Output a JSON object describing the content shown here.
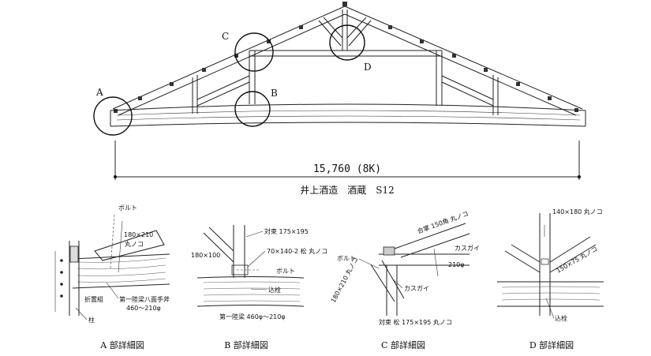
{
  "main_drawing": {
    "span_dimension": "15,760 (8K)",
    "title": "井上酒造　酒蔵　S12",
    "circle_labels": {
      "a": "A",
      "b": "B",
      "c": "C",
      "d": "D"
    }
  },
  "details": {
    "a": {
      "caption": "A 部詳細図",
      "labels": {
        "bolt": "ボルト",
        "size": "180×210",
        "maru": "丸ノコ",
        "orioki": "折置組",
        "beam": "第一陸梁八面手斧",
        "beam_dim": "460～210φ",
        "pillar": "柱"
      }
    },
    "b": {
      "caption": "B 部詳細図",
      "labels": {
        "strut": "対束 175×195",
        "left": "180×100",
        "pine": "70×140-2 松 丸ノコ",
        "bolt": "ボルト",
        "pin": "込栓",
        "beam": "第一陸梁 460φ～210φ"
      }
    },
    "c": {
      "caption": "C 部詳細図",
      "labels": {
        "main": "合掌 150角 丸ノコ",
        "kasugai1": "カスガイ",
        "dim": "210φ",
        "bolt": "ボルト",
        "left": "180×210 丸ノコ",
        "kasugai2": "カスガイ",
        "strut": "対束 松 175×195 丸ノコ"
      }
    },
    "d": {
      "caption": "D 部詳細図",
      "labels": {
        "top": "140×180 丸ノコ",
        "diag": "150×75 丸ノコ",
        "pin": "込栓"
      }
    }
  }
}
